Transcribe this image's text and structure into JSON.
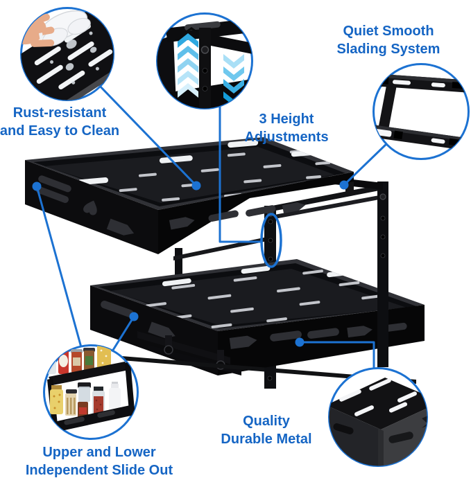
{
  "background": "#ffffff",
  "colors": {
    "accent_text_blue": "#1565C4",
    "circle_and_line_blue": "#1C72D2",
    "chevron_light_blue": "#D7F0FC",
    "chevron_dark_blue": "#149CD9",
    "product_black": "#0d0e11"
  },
  "callouts": {
    "clean": {
      "line1": "Rust-resistant",
      "line2": "and Easy to Clean"
    },
    "height": {
      "line1": "3 Height",
      "line2": "Adjustments"
    },
    "sliding": {
      "line1": "Quiet Smooth",
      "line2": "Slading System"
    },
    "independent": {
      "line1": "Upper and Lower",
      "line2": "Independent Slide Out"
    },
    "metal": {
      "line1": "Quality",
      "line2": "Durable Metal"
    }
  },
  "insets": {
    "clean": {
      "icon": "hand-wiping-tray-photo"
    },
    "height": {
      "icon": "height-adjust-arrows-photo"
    },
    "sliding": {
      "icon": "drawer-slide-rails-photo"
    },
    "independent": {
      "icon": "organizer-filled-with-spices-photo"
    },
    "metal": {
      "icon": "metal-tray-corner-photo"
    }
  }
}
